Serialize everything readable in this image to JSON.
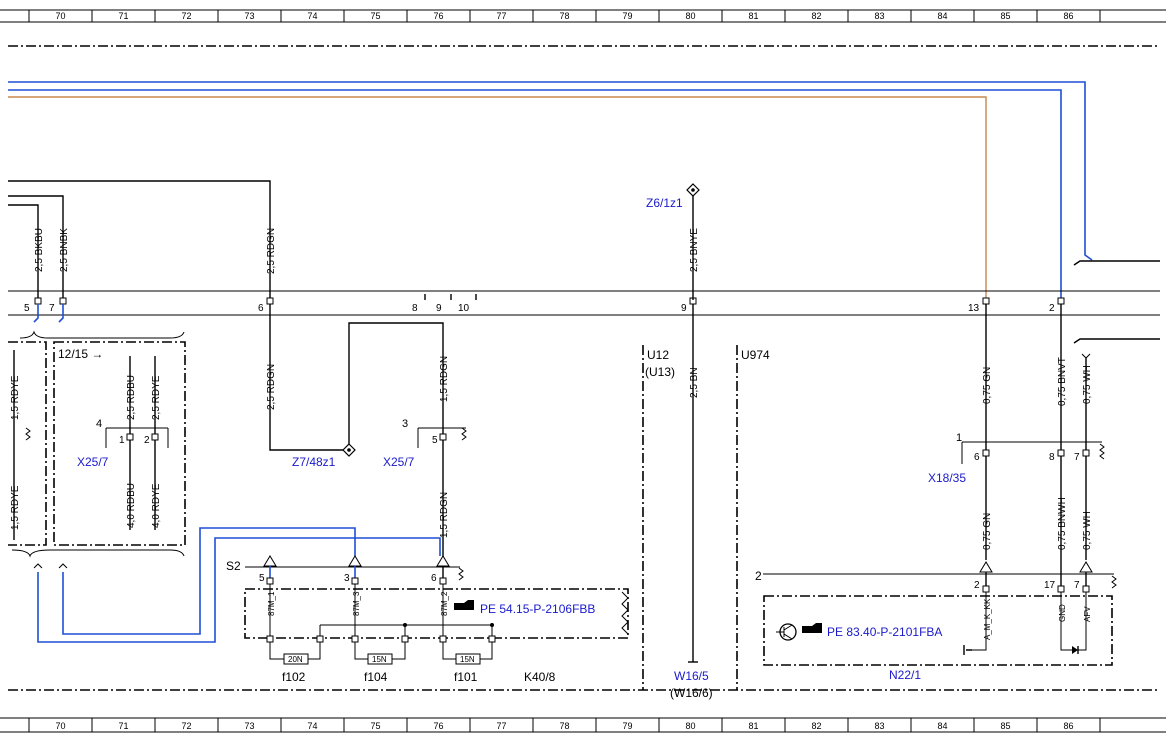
{
  "ruler": {
    "top_cells": [
      "70",
      "71",
      "72",
      "73",
      "74",
      "75",
      "76",
      "77",
      "78",
      "79",
      "80",
      "81",
      "82",
      "83",
      "84",
      "85",
      "86"
    ],
    "bottom_cells": [
      "70",
      "71",
      "72",
      "73",
      "74",
      "75",
      "76",
      "77",
      "78",
      "79",
      "80",
      "81",
      "82",
      "83",
      "84",
      "85",
      "86"
    ]
  },
  "wires": {
    "bkbu": "2,5 BKBU",
    "bnbk": "2,5 BNBK",
    "rdgn_top": "2,5 RDGN",
    "bnye": "2,5 BNYE",
    "rdgn_mid": "2,5 RDGN",
    "rdgn_x25": "1,5 RDGN",
    "rdgn_low": "1,5 RDGN",
    "rdye_left_top": "1,5 RDYE",
    "rdye_left_bot": "1,5 RDYE",
    "rdbu_top": "2,5 RDBU",
    "rdye_top": "2,5 RDYE",
    "rdbu_bot": "4,0 RDBU",
    "rdye_bot": "4,0 RDYE",
    "bn_mid": "2,5 BN",
    "gn_top": "0,75 GN",
    "bnvt": "0,75 BNVT",
    "wh_top": "0,75 WH",
    "gn_bot": "0,75 GN",
    "bnwh": "0,75 BNWH",
    "wh_bot": "0,75 WH"
  },
  "connector_pins": {
    "p5": "5",
    "p7": "7",
    "p6": "6",
    "p8": "8",
    "p9a": "9",
    "p10": "10",
    "p9b": "9",
    "p13": "13",
    "p2": "2"
  },
  "components": {
    "z6": "Z6/1z1",
    "z7": "Z7/48z1",
    "x25_left": "X25/7",
    "x25_right": "X25/7",
    "x18": "X18/35",
    "u12": "U12",
    "u13": "(U13)",
    "u974": "U974",
    "range": "12/15 →",
    "w16_5": "W16/5",
    "w16_6": "(W16/6)",
    "k40": "K40/8",
    "n22": "N22/1",
    "s2": "S2",
    "f102": "f102",
    "f104": "f104",
    "f101": "f101",
    "fuse20": "20N",
    "fuse15a": "15N",
    "fuse15b": "15N"
  },
  "pins": {
    "x25l_4": "4",
    "x25l_1": "1",
    "x25l_2": "2",
    "x25r_3": "3",
    "x25r_5": "5",
    "x18_1": "1",
    "x18_6": "6",
    "x18_8": "8",
    "x18_7": "7",
    "k40_5": "5",
    "k40_3": "3",
    "k40_6": "6",
    "n22_2": "2",
    "n22_2b": "2",
    "n22_17": "17",
    "n22_7": "7"
  },
  "relay_labels": {
    "m1": "87M_1",
    "m3": "87M_3",
    "m2": "87M_2"
  },
  "module_labels": {
    "amkkk": "A_M_K_KK",
    "gnd": "GND",
    "afv": "AFV"
  },
  "references": {
    "pe_k40": "PE 54.15-P-2106FBB",
    "pe_n22": "PE 83.40-P-2101FBA"
  },
  "colors": {
    "blue_wire": "#1f4fd6",
    "brown_wire": "#c8874e",
    "blue_text": "#1a1acc"
  }
}
